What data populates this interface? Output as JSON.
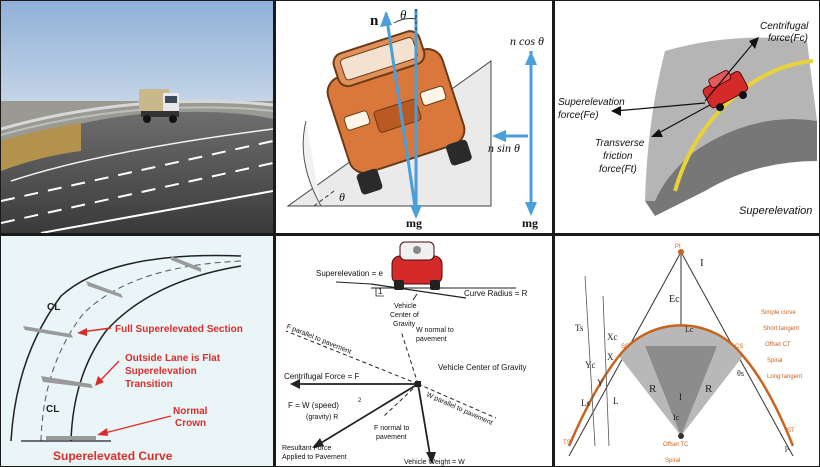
{
  "panel2": {
    "n": "n",
    "theta": "θ",
    "ncos": "n cos θ",
    "nsin": "n sin θ",
    "mg_left": "mg",
    "mg_right": "mg",
    "theta_bottom": "θ"
  },
  "panel3": {
    "centrifugal": "Centrifugal",
    "centrifugal2": "force(Fc)",
    "superelev": "Superelevation",
    "superelev2": "force(Fe)",
    "transverse": "Transverse",
    "transverse2": "friction",
    "transverse3": "force(Ft)",
    "bottom": "Superelevation"
  },
  "panel4": {
    "cl_top": "CL",
    "cl_bottom": "CL",
    "full": "Full Superelevated Section",
    "outside1": "Outside Lane is Flat",
    "outside2": "Superelevation",
    "outside3": "Transition",
    "normal1": "Normal",
    "normal2": "Crown",
    "title": "Superelevated Curve"
  },
  "panel5": {
    "superelevation": "Superelevation = e",
    "one": "1",
    "vcg1": "Vehicle",
    "vcg2": "Center of",
    "vcg3": "Gravity",
    "radius": "Curve Radius = R",
    "fpar1": "F parallel to pavement",
    "wnorm1": "W normal to",
    "wnorm2": "pavement",
    "vcg_right": "Vehicle Center of Gravity",
    "centrifugal": "Centrifugal Force = F",
    "wpar": "W parallel to pavement",
    "formula1": "F = W (speed)",
    "formula_exp": "2",
    "formula2": "(gravity) R",
    "fnorm1": "F normal to",
    "fnorm2": "pavement",
    "resultant1": "Resultant Force",
    "resultant2": "Applied to Pavement",
    "weight": "Vehicle Weight = W"
  },
  "panel6": {
    "pi": "PI",
    "i_top": "I",
    "ec": "Ec",
    "lc_top": "Lc",
    "ts": "TS",
    "sc": "SC",
    "cs": "CS",
    "st": "ST",
    "ts_label": "Ts",
    "xc": "Xc",
    "x": "X",
    "yc": "Yc",
    "y": "Y",
    "ls": "Ls",
    "l": "L",
    "r_left": "R",
    "r_right": "R",
    "i_mid": "I",
    "ic": "Ic",
    "theta_s": "θs",
    "p": "p",
    "simple": "Simple curve",
    "short": "Short tangent",
    "offset_ct": "Offset CT",
    "spiral_r": "Spiral",
    "long": "Long tangent",
    "offset_tc": "Offset TC",
    "spiral_b": "Spiral"
  },
  "colors": {
    "arrow_blue": "#4a9fd8",
    "car_orange": "#d9783a",
    "red_label": "#e0302a",
    "curve_orange": "#c8641e",
    "sky": "#a9c4e4",
    "panel4_bg": "#eaf5f7"
  }
}
